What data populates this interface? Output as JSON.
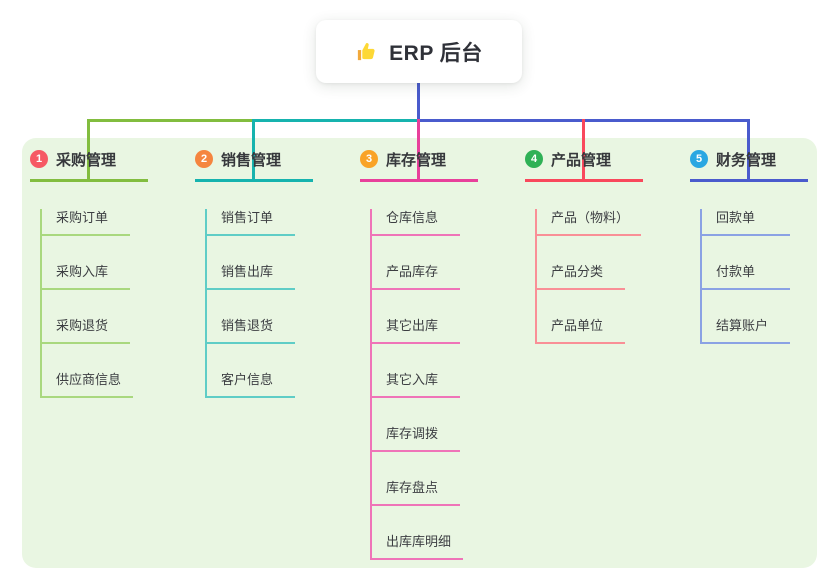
{
  "root": {
    "label": "ERP 后台",
    "icon": "thumbs-up-icon"
  },
  "branches": [
    {
      "badge": "1",
      "title": "采购管理",
      "badge_color": "#f65964",
      "line_color": "#82bd3f",
      "child_line_color": "#a9d87e",
      "children": [
        "采购订单",
        "采购入库",
        "采购退货",
        "供应商信息"
      ]
    },
    {
      "badge": "2",
      "title": "销售管理",
      "badge_color": "#f5853f",
      "line_color": "#16b3ae",
      "child_line_color": "#5fcdc6",
      "children": [
        "销售订单",
        "销售出库",
        "销售退货",
        "客户信息"
      ]
    },
    {
      "badge": "3",
      "title": "库存管理",
      "badge_color": "#f9a326",
      "line_color": "#e8409b",
      "child_line_color": "#ef74b8",
      "children": [
        "仓库信息",
        "产品库存",
        "其它出库",
        "其它入库",
        "库存调拨",
        "库存盘点",
        "出库库明细"
      ]
    },
    {
      "badge": "4",
      "title": "产品管理",
      "badge_color": "#2fb156",
      "line_color": "#f9485c",
      "child_line_color": "#f98f96",
      "children": [
        "产品（物料）",
        "产品分类",
        "产品单位"
      ]
    },
    {
      "badge": "5",
      "title": "财务管理",
      "badge_color": "#2aa7e2",
      "line_color": "#4a5bcd",
      "child_line_color": "#8ba2e4",
      "children": [
        "回款单",
        "付款单",
        "结算账户"
      ]
    }
  ],
  "colors": {
    "root_connector": "#4a5bcd",
    "canvas_bg": "#e9f6e2",
    "card_bg": "#ffffff",
    "thumb_yellow": "#fdd835",
    "thumb_cuff": "#f2a93b"
  }
}
